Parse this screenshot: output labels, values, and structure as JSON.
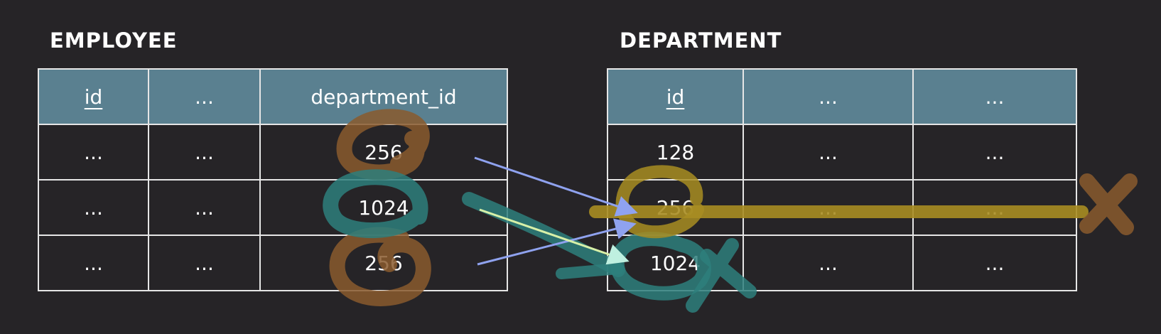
{
  "employee": {
    "title": "EMPLOYEE",
    "headers": [
      "id",
      "...",
      "department_id"
    ],
    "rows": [
      [
        "...",
        "...",
        "256"
      ],
      [
        "...",
        "...",
        "1024"
      ],
      [
        "...",
        "...",
        "256"
      ]
    ]
  },
  "department": {
    "title": "DEPARTMENT",
    "headers": [
      "id",
      "...",
      "..."
    ],
    "rows": [
      [
        "128",
        "...",
        "..."
      ],
      [
        "256",
        "...",
        "..."
      ],
      [
        "1024",
        "...",
        "..."
      ]
    ]
  },
  "colors": {
    "background": "#262427",
    "header_fill": "#5a8090",
    "border": "#e6e6e6",
    "value_blue": "#b8c4f4",
    "value_yellow": "#f5e7a2",
    "orange_marker": "#8a5a2e",
    "teal_marker": "#2e7f7c",
    "yellow_marker": "#a88d22",
    "arrow_blue": "#8fa2ef",
    "arrow_green": "#d8f0a8"
  }
}
